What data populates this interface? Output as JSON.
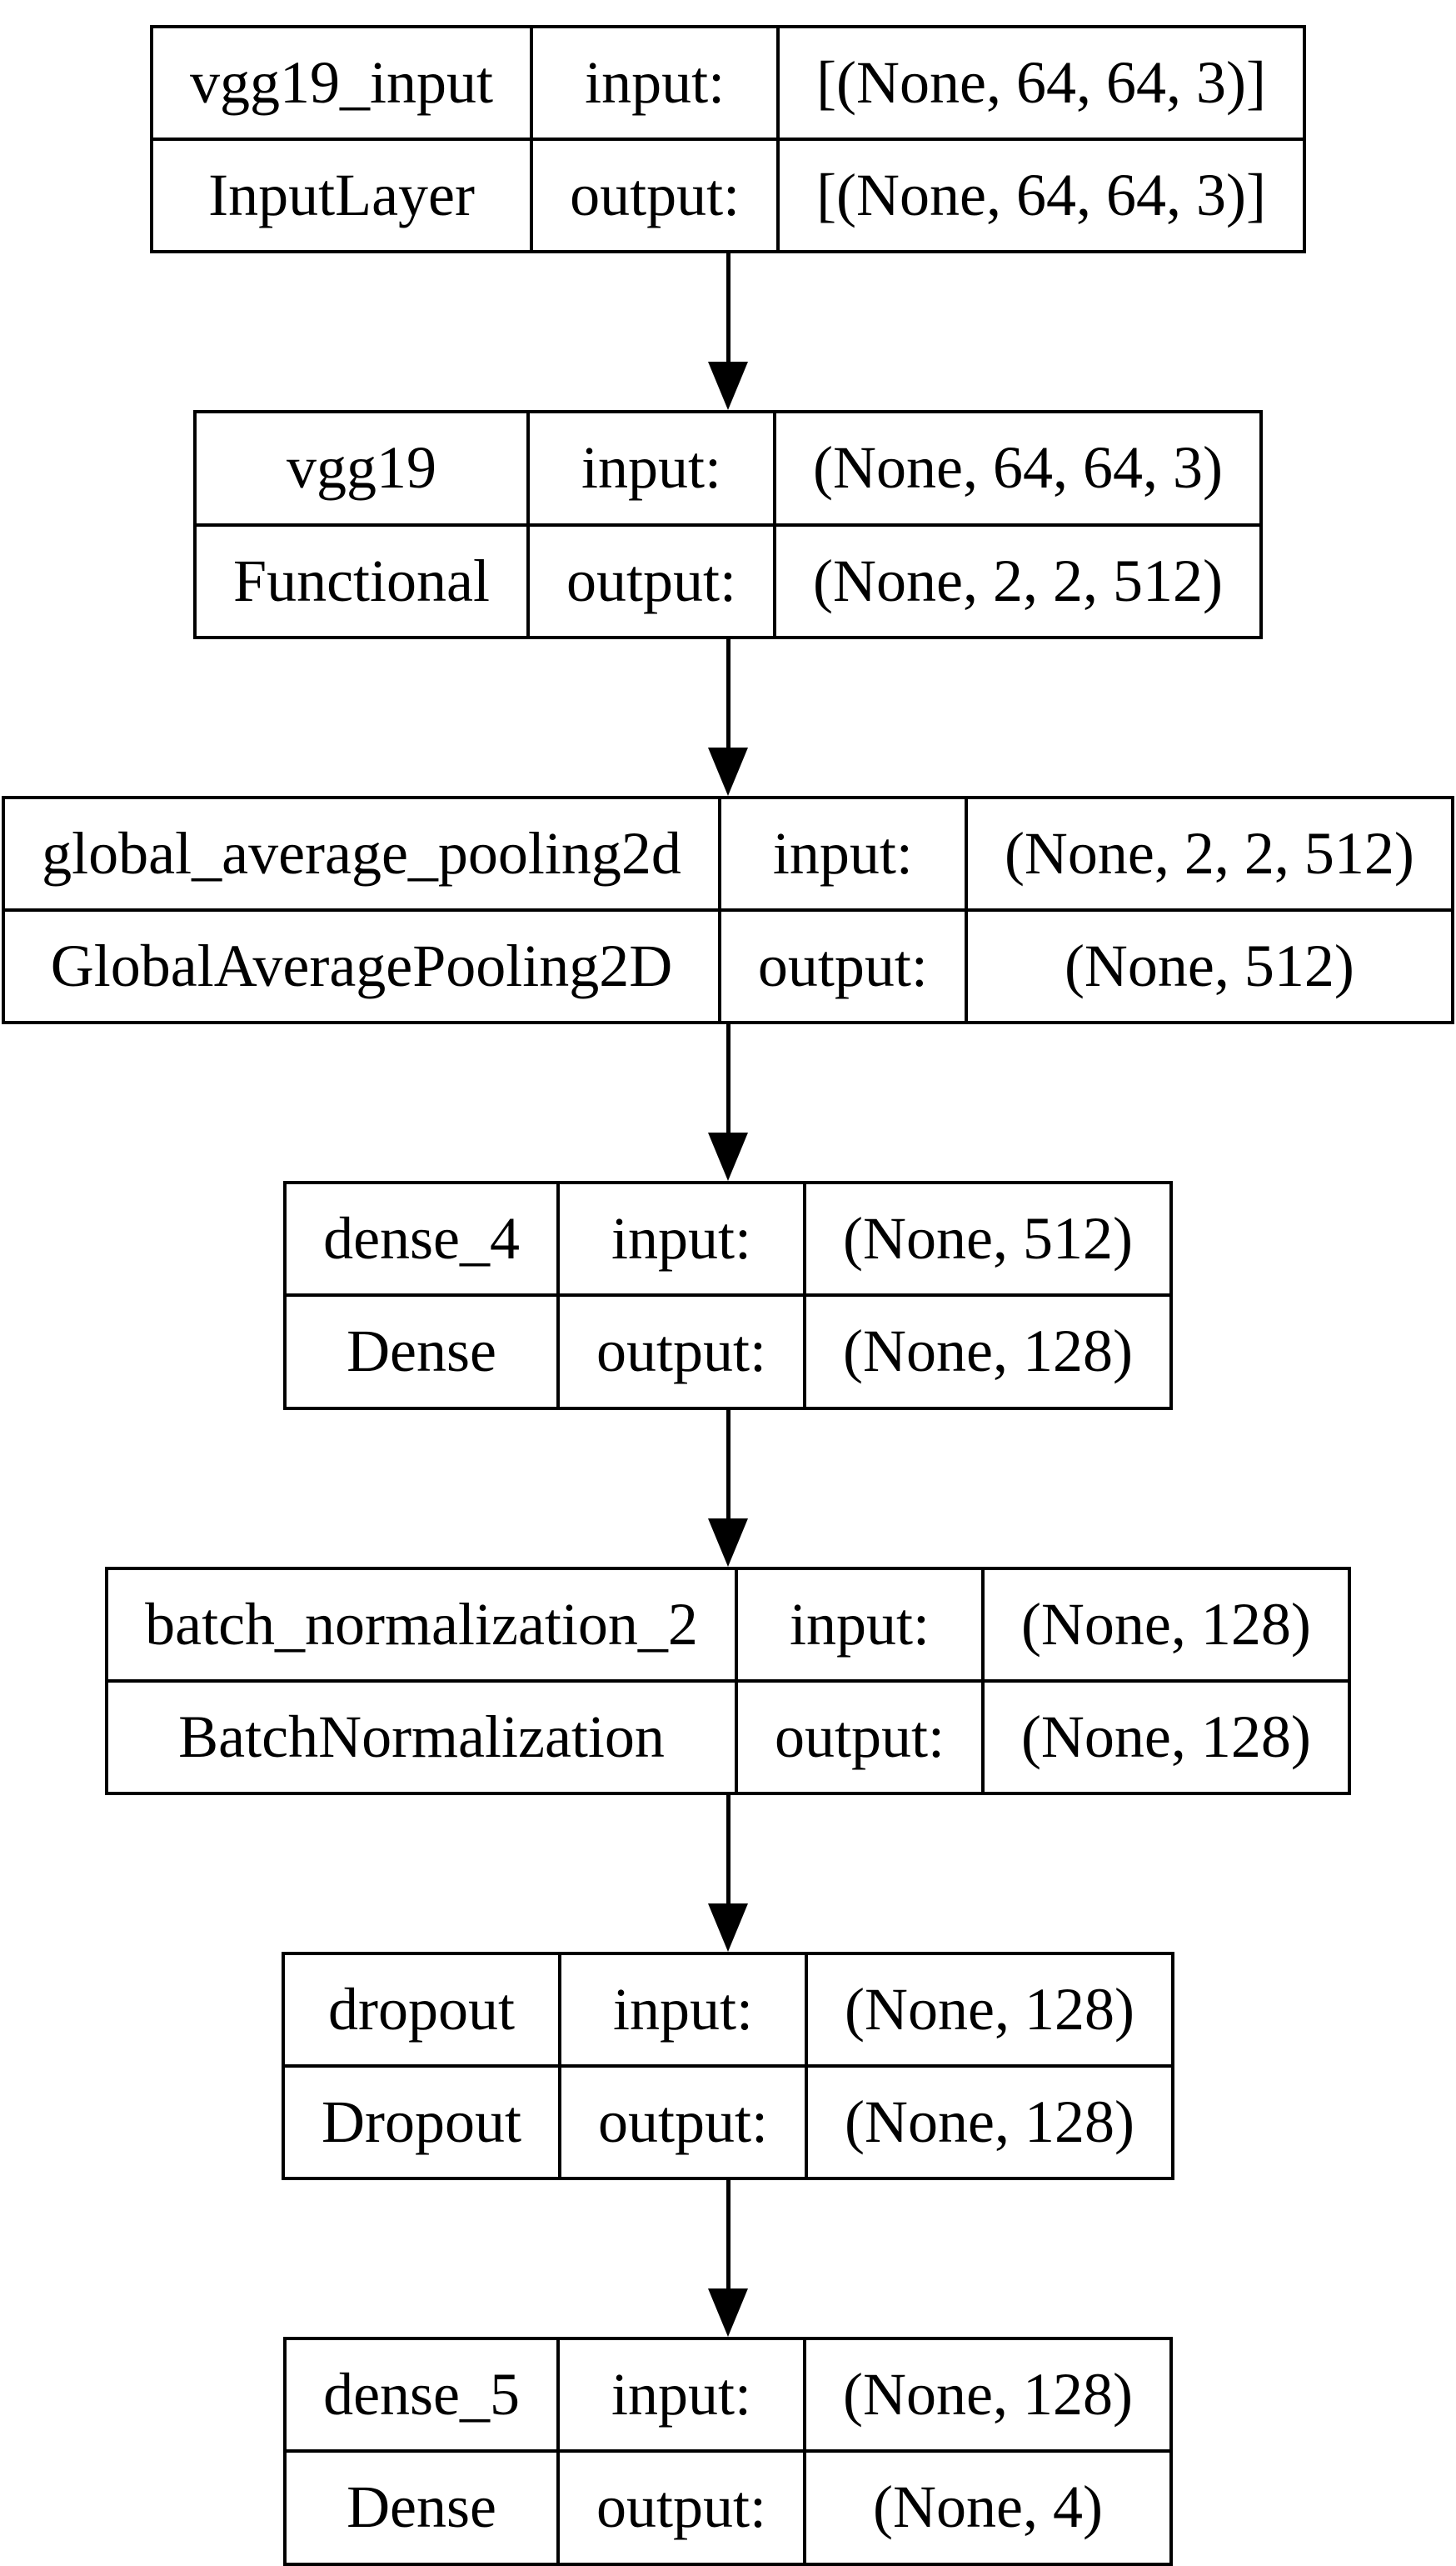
{
  "diagram": {
    "kind": "keras-model-architecture",
    "accent_color": "#000000",
    "background_color": "#ffffff",
    "layers": [
      {
        "name": "vgg19_input",
        "type": "InputLayer",
        "input_label": "input:",
        "output_label": "output:",
        "input_shape": "[(None, 64, 64, 3)]",
        "output_shape": "[(None, 64, 64, 3)]"
      },
      {
        "name": "vgg19",
        "type": "Functional",
        "input_label": "input:",
        "output_label": "output:",
        "input_shape": "(None, 64, 64, 3)",
        "output_shape": "(None, 2, 2, 512)"
      },
      {
        "name": "global_average_pooling2d",
        "type": "GlobalAveragePooling2D",
        "input_label": "input:",
        "output_label": "output:",
        "input_shape": "(None, 2, 2, 512)",
        "output_shape": "(None, 512)"
      },
      {
        "name": "dense_4",
        "type": "Dense",
        "input_label": "input:",
        "output_label": "output:",
        "input_shape": "(None, 512)",
        "output_shape": "(None, 128)"
      },
      {
        "name": "batch_normalization_2",
        "type": "BatchNormalization",
        "input_label": "input:",
        "output_label": "output:",
        "input_shape": "(None, 128)",
        "output_shape": "(None, 128)"
      },
      {
        "name": "dropout",
        "type": "Dropout",
        "input_label": "input:",
        "output_label": "output:",
        "input_shape": "(None, 128)",
        "output_shape": "(None, 128)"
      },
      {
        "name": "dense_5",
        "type": "Dense",
        "input_label": "input:",
        "output_label": "output:",
        "input_shape": "(None, 128)",
        "output_shape": "(None, 4)"
      }
    ]
  }
}
